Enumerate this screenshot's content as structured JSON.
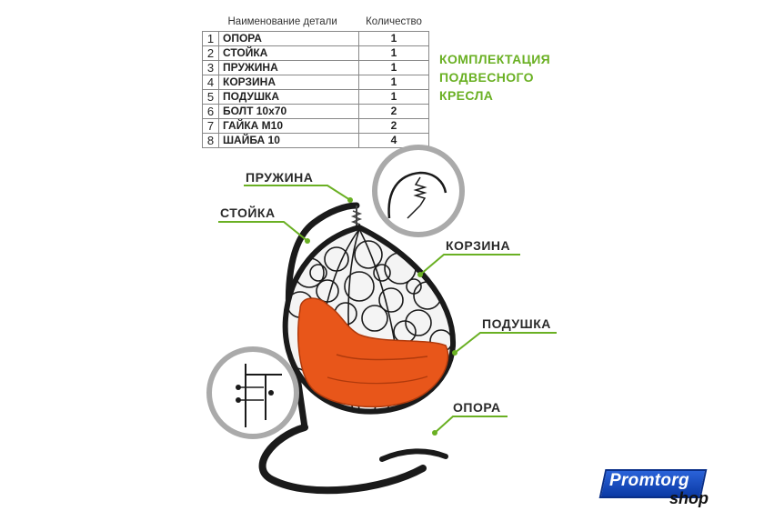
{
  "table": {
    "header_name": "Наименование детали",
    "header_qty": "Количество",
    "rows": [
      {
        "num": "1",
        "name": "ОПОРА",
        "qty": "1"
      },
      {
        "num": "2",
        "name": "СТОЙКА",
        "qty": "1"
      },
      {
        "num": "3",
        "name": "ПРУЖИНА",
        "qty": "1"
      },
      {
        "num": "4",
        "name": "КОРЗИНА",
        "qty": "1"
      },
      {
        "num": "5",
        "name": "ПОДУШКА",
        "qty": "1"
      },
      {
        "num": "6",
        "name": "БОЛТ 10х70",
        "qty": "2"
      },
      {
        "num": "7",
        "name": "ГАЙКА М10",
        "qty": "2"
      },
      {
        "num": "8",
        "name": "ШАЙБА 10",
        "qty": "4"
      }
    ]
  },
  "heading": {
    "line1": "КОМПЛЕКТАЦИЯ",
    "line2": "ПОДВЕСНОГО",
    "line3": "КРЕСЛА",
    "color": "#6ab023"
  },
  "labels": {
    "spring": "ПРУЖИНА",
    "stand": "СТОЙКА",
    "basket": "КОРЗИНА",
    "cushion": "ПОДУШКА",
    "base": "ОПОРА"
  },
  "logo": {
    "brand": "Promtorg",
    "suffix": "shop"
  },
  "colors": {
    "accent": "#6ab023",
    "cushion": "#e8561a",
    "frame": "#1a1a1a",
    "logo_blue": "#1f50c8"
  }
}
